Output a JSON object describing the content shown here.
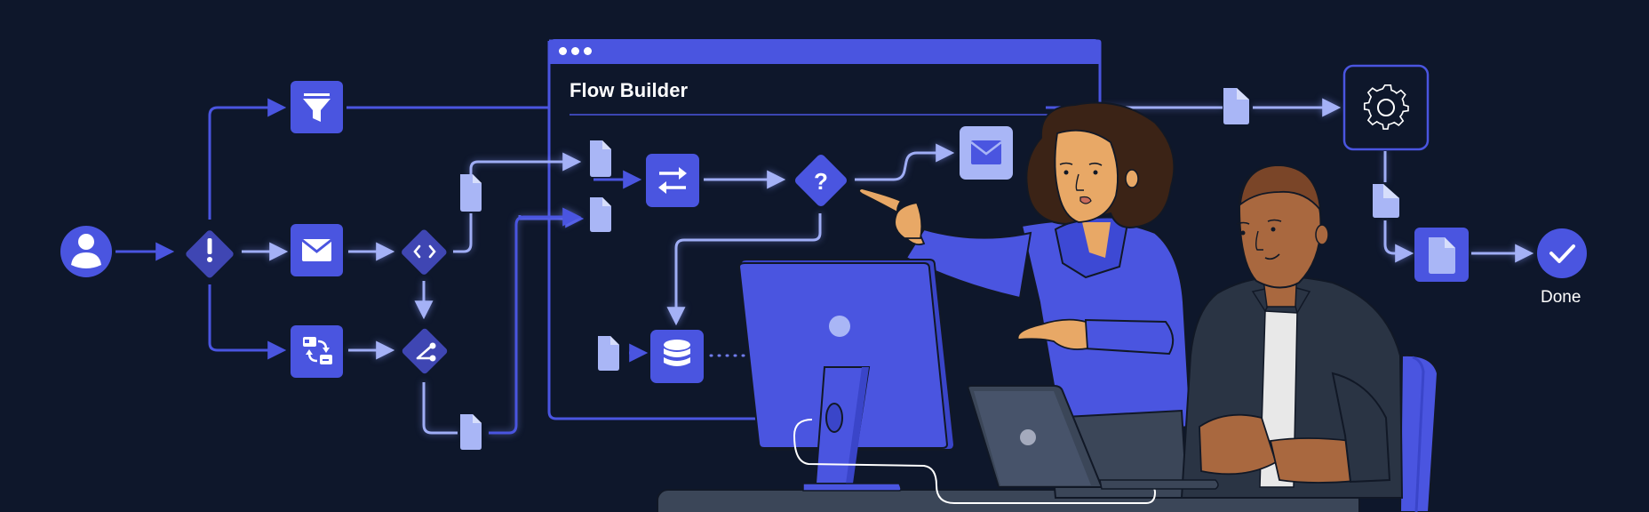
{
  "window": {
    "title": "Flow Builder",
    "controls": [
      "dot",
      "dot",
      "dot"
    ]
  },
  "flow": {
    "start_node": {
      "icon": "user-icon",
      "label": ""
    },
    "decision_node": {
      "icon": "alert-icon",
      "glyph": "!"
    },
    "branches": [
      {
        "icon": "filter-icon"
      },
      {
        "icon": "email-icon"
      },
      {
        "icon": "sync-icon"
      }
    ],
    "code_node": {
      "icon": "code-icon",
      "glyph": "<>"
    },
    "share_node": {
      "icon": "share-icon"
    },
    "builder_nodes": [
      {
        "icon": "swap-icon"
      },
      {
        "icon": "question-icon",
        "glyph": "?"
      },
      {
        "icon": "email-icon"
      },
      {
        "icon": "database-icon"
      }
    ],
    "settings_node": {
      "icon": "gear-icon"
    },
    "document_node": {
      "icon": "document-icon"
    },
    "end_node": {
      "icon": "check-icon",
      "label": "Done"
    }
  },
  "colors": {
    "background": "#0e172b",
    "primary": "#4a55e0",
    "primary_light": "#a9b6f6",
    "diamond": "#3f46b3",
    "line": "#5561e6",
    "line_glow": "#9aa8f5",
    "white": "#ffffff",
    "skin_light": "#e8a866",
    "skin_dark": "#a9683f",
    "hair": "#3b2316",
    "jacket": "#2a3444",
    "desk": "#3b4658"
  }
}
